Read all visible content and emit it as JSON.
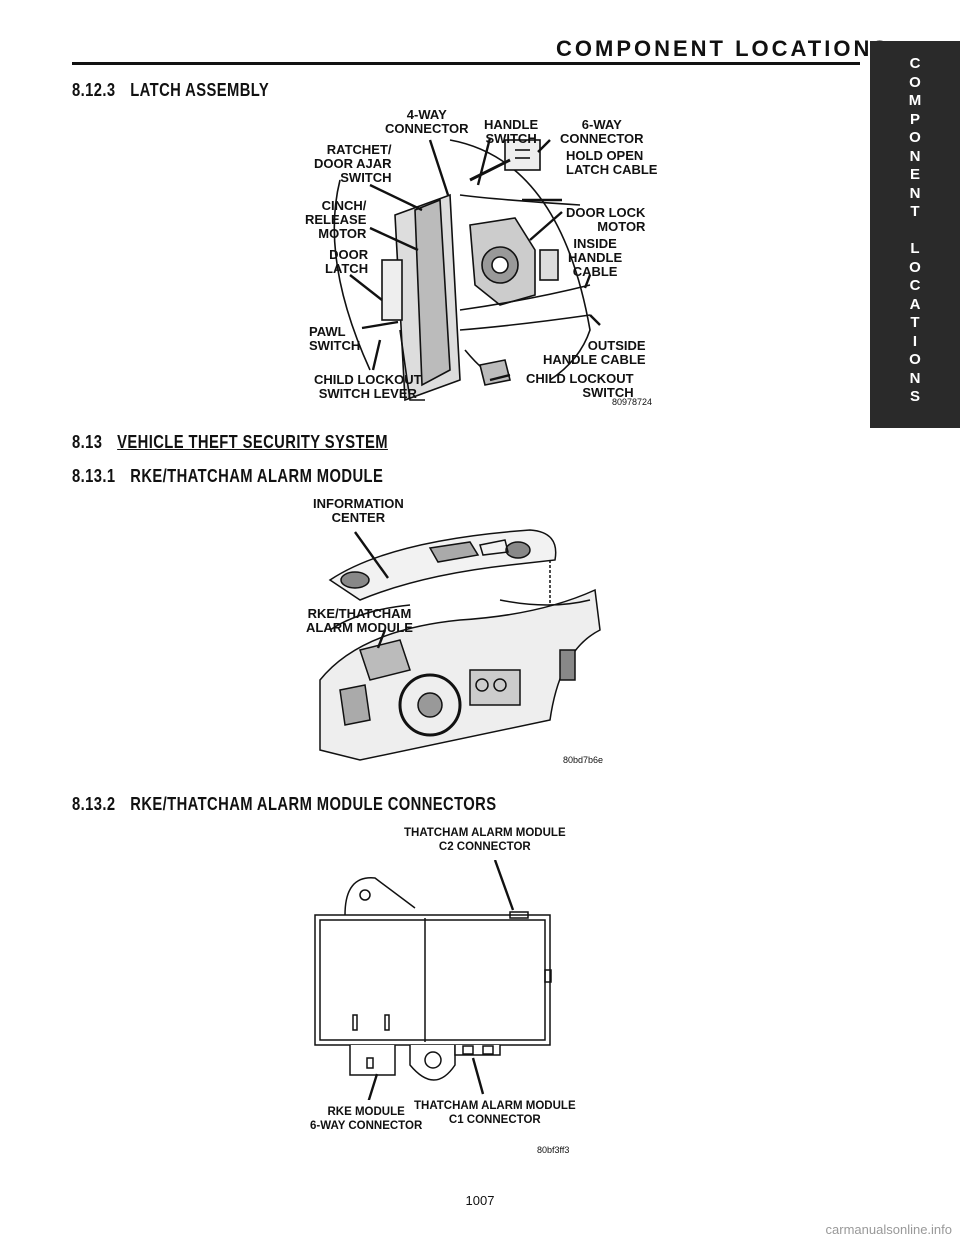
{
  "header": {
    "title": "COMPONENT LOCATIONS"
  },
  "side_tab": {
    "text": "C\nO\nM\nP\nO\nN\nE\nN\nT\n\nL\nO\nC\nA\nT\nI\nO\nN\nS"
  },
  "sections": {
    "latch": {
      "number": "8.12.3",
      "title": "LATCH ASSEMBLY"
    },
    "vtss": {
      "number": "8.13",
      "title": "VEHICLE THEFT SECURITY SYSTEM"
    },
    "rke_module": {
      "number": "8.13.1",
      "title": "RKE/THATCHAM ALARM MODULE"
    },
    "rke_connectors": {
      "number": "8.13.2",
      "title": "RKE/THATCHAM ALARM MODULE CONNECTORS"
    }
  },
  "figure1": {
    "id": "80978724",
    "labels": {
      "four_way": "4-WAY\nCONNECTOR",
      "handle_switch": "HANDLE\nSWITCH",
      "six_way": "6-WAY\nCONNECTOR",
      "ratchet": "RATCHET/\nDOOR AJAR\nSWITCH",
      "hold_open": "HOLD OPEN\nLATCH CABLE",
      "cinch": "CINCH/\nRELEASE\nMOTOR",
      "door_lock_motor": "DOOR LOCK\nMOTOR",
      "door_latch": "DOOR\nLATCH",
      "inside_handle": "INSIDE\nHANDLE\nCABLE",
      "pawl": "PAWL\nSWITCH",
      "outside_handle": "OUTSIDE\nHANDLE CABLE",
      "child_lever": "CHILD LOCKOUT\nSWITCH LEVER",
      "child_switch": "CHILD LOCKOUT\nSWITCH"
    }
  },
  "figure2": {
    "id": "80bd7b6e",
    "labels": {
      "info_center": "INFORMATION\nCENTER",
      "alarm_module": "RKE/THATCHAM\nALARM MODULE"
    }
  },
  "figure3": {
    "id": "80bf3ff3",
    "labels": {
      "c2": "THATCHAM ALARM MODULE\nC2 CONNECTOR",
      "rke6": "RKE MODULE\n6-WAY CONNECTOR",
      "c1": "THATCHAM ALARM MODULE\nC1 CONNECTOR"
    }
  },
  "footer": {
    "page_number": "1007",
    "watermark": "carmanualsonline.info"
  }
}
